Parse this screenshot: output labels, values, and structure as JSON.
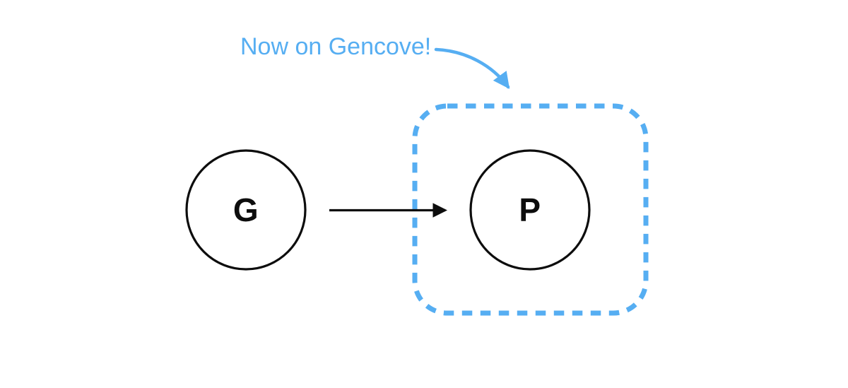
{
  "diagram": {
    "type": "flow",
    "nodes": [
      {
        "id": "G",
        "label": "G",
        "shape": "circle"
      },
      {
        "id": "P",
        "label": "P",
        "shape": "circle",
        "highlighted": true
      }
    ],
    "edges": [
      {
        "from": "G",
        "to": "P",
        "style": "solid-arrow"
      }
    ],
    "highlight_box": {
      "around": "P",
      "style": "dashed-rounded-rect"
    },
    "callout": {
      "text": "Now on Gencove!",
      "points_to": "highlight_box",
      "arrow_style": "curved"
    }
  },
  "colors": {
    "accent_blue": "#56aef2",
    "stroke_black": "#0d0d0d",
    "node_fill": "#ffffff",
    "background": "#ffffff"
  }
}
